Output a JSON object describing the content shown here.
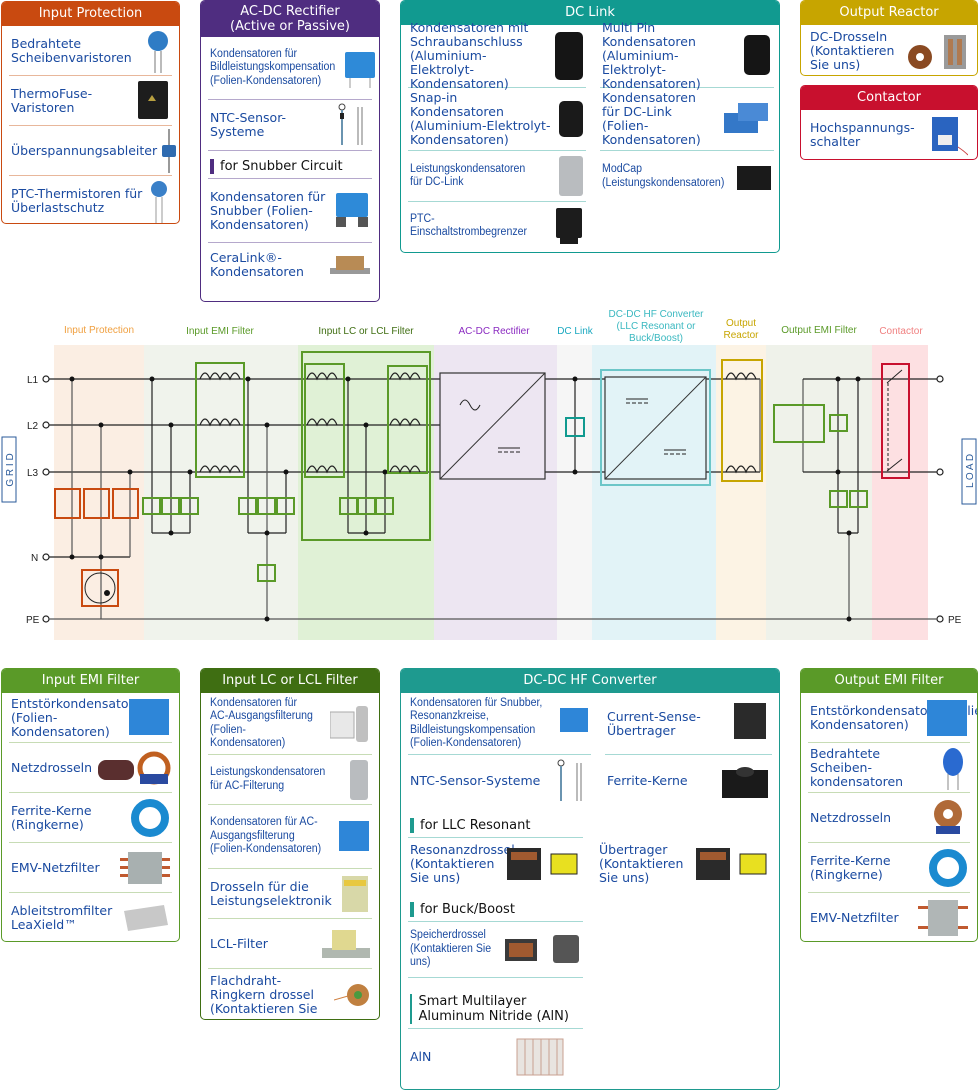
{
  "top_cards": {
    "input_protection": {
      "title": "Input Protection",
      "color": "#c94a10",
      "items": [
        "Bedrahtete Scheibenvaristoren",
        "ThermoFuse-Varistoren",
        "Überspannungsableiter",
        "PTC-Thermistoren für Überlastschutz"
      ]
    },
    "ac_dc": {
      "title_1": "AC-DC Rectifier",
      "title_2": "(Active or Passive)",
      "color": "#4f2d80",
      "items": [
        "Kondensatoren für Bildleistungskompensation (Folien-Kondensatoren)",
        "NTC-Sensor-Systeme"
      ],
      "sub_title": "for Snubber Circuit",
      "sub_items": [
        "Kondensatoren für Snubber (Folien-Kondensatoren)",
        "CeraLink®-Kondensatoren"
      ]
    },
    "dc_link": {
      "title": "DC Link",
      "color": "#119a90",
      "left": [
        "Kondensatoren mit Schraubanschluss (Aluminium-Elektrolyt-Kondensatoren)",
        "Snap-in Kondensatoren (Aluminium-Elektrolyt-Kondensatoren)",
        "Leistungskondensatoren für DC-Link",
        "PTC-Einschaltstrombegrenzer"
      ],
      "right": [
        "Multi Pin Kondensatoren (Aluminium-Elektrolyt-Kondensatoren)",
        "Kondensatoren für DC-Link (Folien-Kondensatoren)",
        "ModCap (Leistungskondensatoren)"
      ]
    },
    "output_reactor": {
      "title": "Output Reactor",
      "color": "#c7a500",
      "items": [
        "DC-Drosseln (Kontaktieren Sie uns)"
      ]
    },
    "contactor": {
      "title": "Contactor",
      "color": "#c8102e",
      "items": [
        "Hochspannungs-schalter"
      ]
    }
  },
  "diagram": {
    "sections": [
      "Input Protection",
      "Input EMI Filter",
      "Input LC or LCL Filter",
      "AC-DC Rectifier",
      "DC Link",
      "DC-DC HF Converter",
      "(LLC Resonant or",
      "Buck/Boost)",
      "Output",
      "Reactor",
      "Output EMI Filter",
      "Contactor"
    ],
    "lines": [
      "L1",
      "L2",
      "L3",
      "N",
      "PE"
    ],
    "out_pe": "PE",
    "grid": "G R I D",
    "load": "L O A D"
  },
  "bottom_cards": {
    "input_emi": {
      "title": "Input EMI Filter",
      "color": "#5a9a28",
      "items": [
        "Entstörkondensatoren (Folien-Kondensatoren)",
        "Netzdrosseln",
        "Ferrite-Kerne (Ringkerne)",
        "EMV-Netzfilter",
        "Ableitstromfilter LeaXield™"
      ]
    },
    "input_lc": {
      "title": "Input LC or LCL Filter",
      "color": "#3f6e12",
      "items": [
        "Kondensatoren für AC-Ausgangsfilterung (Folien-Kondensatoren)",
        "Leistungskondensatoren für AC-Filterung",
        "Kondensatoren für AC-Ausgangsfilterung (Folien-Kondensatoren)",
        "Drosseln für die Leistungselektronik",
        "LCL-Filter",
        "Flachdraht-Ringkern drossel (Kontaktieren Sie"
      ]
    },
    "dcdc": {
      "title": "DC-DC HF Converter",
      "color": "#1e9a8f",
      "left": [
        "Kondensatoren für Snubber, Resonanzkreise, Bildleistungskompensation (Folien-Kondensatoren)",
        "NTC-Sensor-Systeme"
      ],
      "right": [
        "Current-Sense-Übertrager",
        "Ferrite-Kerne"
      ],
      "llc_title": "for LLC Resonant",
      "llc_left": "Resonanzdrossel (Kontaktieren Sie uns)",
      "llc_right": "Übertrager (Kontaktieren Sie uns)",
      "buck_title": "for Buck/Boost",
      "buck_item": "Speicherdrossel (Kontaktieren Sie uns)",
      "aln_title": "Smart Multilayer Aluminum Nitride (AlN)",
      "aln_item": "AlN"
    },
    "output_emi": {
      "title": "Output EMI Filter",
      "color": "#5a9a28",
      "items": [
        "Entstörkondensatoren(Folien-Kondensatoren)",
        "Bedrahtete Scheiben-kondensatoren",
        "Netzdrosseln",
        "Ferrite-Kerne (Ringkerne)",
        "EMV-Netzfilter"
      ]
    }
  }
}
